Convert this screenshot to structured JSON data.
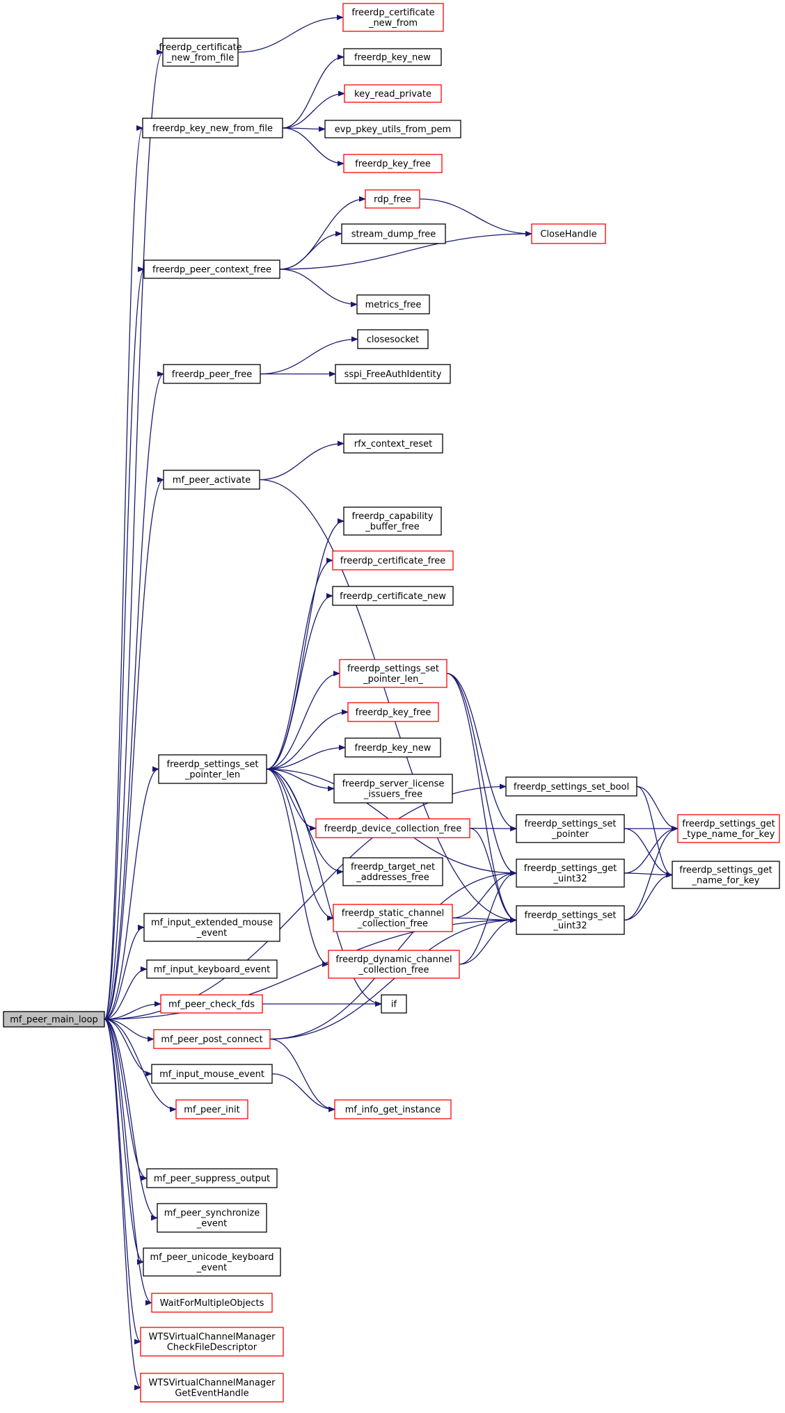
{
  "graph": {
    "root": "mf_peer_main_loop",
    "colors": {
      "edge": "#191970",
      "node_border_default": "#000000",
      "node_border_truncated": "#ff0000",
      "root_fill": "#bfbfbf",
      "node_fill": "#ffffff"
    },
    "nodes": {
      "main": {
        "lines": [
          "mf_peer_main_loop"
        ],
        "style": "root"
      },
      "cert_from_file": {
        "lines": [
          "freerdp_certificate",
          "_new_from_file"
        ],
        "style": "black"
      },
      "cert_new_from": {
        "lines": [
          "freerdp_certificate",
          "_new_from"
        ],
        "style": "red"
      },
      "key_new_top": {
        "lines": [
          "freerdp_key_new"
        ],
        "style": "black"
      },
      "key_new_from_file": {
        "lines": [
          "freerdp_key_new_from_file"
        ],
        "style": "black"
      },
      "key_read_private": {
        "lines": [
          "key_read_private"
        ],
        "style": "red"
      },
      "evp_pkey": {
        "lines": [
          "evp_pkey_utils_from_pem"
        ],
        "style": "black"
      },
      "key_free_top": {
        "lines": [
          "freerdp_key_free"
        ],
        "style": "red"
      },
      "rdp_free": {
        "lines": [
          "rdp_free"
        ],
        "style": "red"
      },
      "closehandle": {
        "lines": [
          "CloseHandle"
        ],
        "style": "red"
      },
      "stream_dump_free": {
        "lines": [
          "stream_dump_free"
        ],
        "style": "black"
      },
      "peer_context_free": {
        "lines": [
          "freerdp_peer_context_free"
        ],
        "style": "black"
      },
      "metrics_free": {
        "lines": [
          "metrics_free"
        ],
        "style": "black"
      },
      "closesocket": {
        "lines": [
          "closesocket"
        ],
        "style": "black"
      },
      "peer_free": {
        "lines": [
          "freerdp_peer_free"
        ],
        "style": "black"
      },
      "sspi": {
        "lines": [
          "sspi_FreeAuthIdentity"
        ],
        "style": "black"
      },
      "rfx_reset": {
        "lines": [
          "rfx_context_reset"
        ],
        "style": "black"
      },
      "peer_activate": {
        "lines": [
          "mf_peer_activate"
        ],
        "style": "black"
      },
      "cap_buf_free": {
        "lines": [
          "freerdp_capability",
          "_buffer_free"
        ],
        "style": "black"
      },
      "cert_free": {
        "lines": [
          "freerdp_certificate_free"
        ],
        "style": "red"
      },
      "cert_new": {
        "lines": [
          "freerdp_certificate_new"
        ],
        "style": "black"
      },
      "set_ptr_len_": {
        "lines": [
          "freerdp_settings_set",
          "_pointer_len_"
        ],
        "style": "red"
      },
      "key_free_mid": {
        "lines": [
          "freerdp_key_free"
        ],
        "style": "red"
      },
      "key_new_mid": {
        "lines": [
          "freerdp_key_new"
        ],
        "style": "black"
      },
      "set_ptr_len": {
        "lines": [
          "freerdp_settings_set",
          "_pointer_len"
        ],
        "style": "black"
      },
      "lic_issuers_free": {
        "lines": [
          "freerdp_server_license",
          "_issuers_free"
        ],
        "style": "black"
      },
      "set_bool": {
        "lines": [
          "freerdp_settings_set_bool"
        ],
        "style": "black"
      },
      "dev_coll_free": {
        "lines": [
          "freerdp_device_collection_free"
        ],
        "style": "red"
      },
      "set_pointer": {
        "lines": [
          "freerdp_settings_set",
          "_pointer"
        ],
        "style": "black"
      },
      "get_type_name": {
        "lines": [
          "freerdp_settings_get",
          "_type_name_for_key"
        ],
        "style": "red"
      },
      "target_net_free": {
        "lines": [
          "freerdp_target_net",
          "_addresses_free"
        ],
        "style": "black"
      },
      "get_uint32": {
        "lines": [
          "freerdp_settings_get",
          "_uint32"
        ],
        "style": "black"
      },
      "get_name": {
        "lines": [
          "freerdp_settings_get",
          "_name_for_key"
        ],
        "style": "black"
      },
      "static_chan_free": {
        "lines": [
          "freerdp_static_channel",
          "_collection_free"
        ],
        "style": "red"
      },
      "set_uint32": {
        "lines": [
          "freerdp_settings_set",
          "_uint32"
        ],
        "style": "black"
      },
      "ext_mouse": {
        "lines": [
          "mf_input_extended_mouse",
          "_event"
        ],
        "style": "black"
      },
      "dyn_chan_free": {
        "lines": [
          "freerdp_dynamic_channel",
          "_collection_free"
        ],
        "style": "red"
      },
      "keyboard": {
        "lines": [
          "mf_input_keyboard_event"
        ],
        "style": "black"
      },
      "check_fds": {
        "lines": [
          "mf_peer_check_fds"
        ],
        "style": "red"
      },
      "if": {
        "lines": [
          "if"
        ],
        "style": "black"
      },
      "post_connect": {
        "lines": [
          "mf_peer_post_connect"
        ],
        "style": "red"
      },
      "mouse": {
        "lines": [
          "mf_input_mouse_event"
        ],
        "style": "black"
      },
      "peer_init": {
        "lines": [
          "mf_peer_init"
        ],
        "style": "red"
      },
      "info_instance": {
        "lines": [
          "mf_info_get_instance"
        ],
        "style": "red"
      },
      "suppress": {
        "lines": [
          "mf_peer_suppress_output"
        ],
        "style": "black"
      },
      "sync": {
        "lines": [
          "mf_peer_synchronize",
          "_event"
        ],
        "style": "black"
      },
      "unicode_kb": {
        "lines": [
          "mf_peer_unicode_keyboard",
          "_event"
        ],
        "style": "black"
      },
      "wait_multi": {
        "lines": [
          "WaitForMultipleObjects"
        ],
        "style": "red"
      },
      "wts_check": {
        "lines": [
          "WTSVirtualChannelManager",
          "CheckFileDescriptor"
        ],
        "style": "red"
      },
      "wts_event": {
        "lines": [
          "WTSVirtualChannelManager",
          "GetEventHandle"
        ],
        "style": "red"
      }
    },
    "edges": [
      [
        "main",
        "cert_from_file"
      ],
      [
        "main",
        "key_new_from_file"
      ],
      [
        "main",
        "peer_context_free"
      ],
      [
        "main",
        "peer_free"
      ],
      [
        "main",
        "set_bool"
      ],
      [
        "main",
        "peer_activate"
      ],
      [
        "main",
        "set_ptr_len"
      ],
      [
        "main",
        "ext_mouse"
      ],
      [
        "main",
        "keyboard"
      ],
      [
        "main",
        "check_fds"
      ],
      [
        "main",
        "post_connect"
      ],
      [
        "main",
        "mouse"
      ],
      [
        "main",
        "peer_init"
      ],
      [
        "main",
        "set_uint32"
      ],
      [
        "main",
        "suppress"
      ],
      [
        "main",
        "sync"
      ],
      [
        "main",
        "unicode_kb"
      ],
      [
        "main",
        "wait_multi"
      ],
      [
        "main",
        "wts_check"
      ],
      [
        "main",
        "wts_event"
      ],
      [
        "cert_from_file",
        "cert_new_from"
      ],
      [
        "key_new_from_file",
        "key_new_top"
      ],
      [
        "key_new_from_file",
        "key_read_private"
      ],
      [
        "key_new_from_file",
        "evp_pkey"
      ],
      [
        "key_new_from_file",
        "key_free_top"
      ],
      [
        "peer_context_free",
        "rdp_free"
      ],
      [
        "peer_context_free",
        "stream_dump_free"
      ],
      [
        "peer_context_free",
        "closehandle"
      ],
      [
        "peer_context_free",
        "metrics_free"
      ],
      [
        "rdp_free",
        "closehandle"
      ],
      [
        "peer_free",
        "closesocket"
      ],
      [
        "peer_free",
        "sspi"
      ],
      [
        "peer_activate",
        "rfx_reset"
      ],
      [
        "peer_activate",
        "set_uint32"
      ],
      [
        "set_ptr_len",
        "cap_buf_free"
      ],
      [
        "set_ptr_len",
        "cert_free"
      ],
      [
        "set_ptr_len",
        "cert_new"
      ],
      [
        "set_ptr_len",
        "set_ptr_len_"
      ],
      [
        "set_ptr_len",
        "key_free_mid"
      ],
      [
        "set_ptr_len",
        "key_new_mid"
      ],
      [
        "set_ptr_len",
        "lic_issuers_free"
      ],
      [
        "set_ptr_len",
        "dev_coll_free"
      ],
      [
        "set_ptr_len",
        "target_net_free"
      ],
      [
        "set_ptr_len",
        "static_chan_free"
      ],
      [
        "set_ptr_len",
        "dyn_chan_free"
      ],
      [
        "set_ptr_len",
        "if"
      ],
      [
        "set_ptr_len",
        "get_uint32"
      ],
      [
        "set_ptr_len_",
        "set_pointer"
      ],
      [
        "set_ptr_len_",
        "get_uint32"
      ],
      [
        "set_ptr_len_",
        "set_uint32"
      ],
      [
        "dev_coll_free",
        "set_pointer"
      ],
      [
        "dev_coll_free",
        "set_uint32"
      ],
      [
        "static_chan_free",
        "get_uint32"
      ],
      [
        "static_chan_free",
        "set_uint32"
      ],
      [
        "dyn_chan_free",
        "get_uint32"
      ],
      [
        "dyn_chan_free",
        "set_uint32"
      ],
      [
        "set_bool",
        "get_type_name"
      ],
      [
        "set_bool",
        "get_name"
      ],
      [
        "set_pointer",
        "get_type_name"
      ],
      [
        "set_pointer",
        "get_name"
      ],
      [
        "get_uint32",
        "get_type_name"
      ],
      [
        "get_uint32",
        "get_name"
      ],
      [
        "set_uint32",
        "get_type_name"
      ],
      [
        "set_uint32",
        "get_name"
      ],
      [
        "check_fds",
        "if"
      ],
      [
        "post_connect",
        "get_uint32"
      ],
      [
        "post_connect",
        "set_uint32"
      ],
      [
        "post_connect",
        "info_instance"
      ],
      [
        "mouse",
        "info_instance"
      ]
    ]
  }
}
